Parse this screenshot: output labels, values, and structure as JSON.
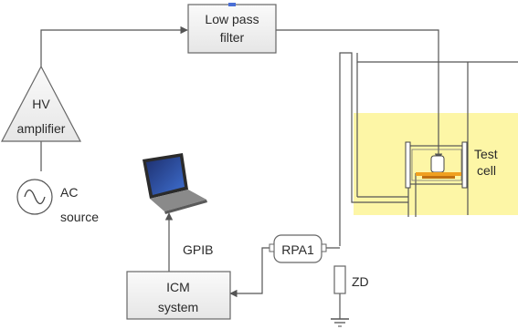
{
  "labels": {
    "lpf_line1": "Low pass",
    "lpf_line2": "filter",
    "hv_line1": "HV",
    "hv_line2": "amplifier",
    "ac_line1": "AC",
    "ac_line2": "source",
    "gpib": "GPIB",
    "rpa1": "RPA1",
    "icm_line1": "ICM",
    "icm_line2": "system",
    "zd": "ZD",
    "test_line1": "Test",
    "test_line2": "cell"
  },
  "colors": {
    "box_fill": "#f3f3f3",
    "oil_bath": "#fdf6a6",
    "wire": "#555555",
    "electrode": "#f0a020",
    "accent": "#4a6fd6"
  },
  "icons": {
    "laptop": "laptop-icon",
    "ground": "ground-icon",
    "ac_symbol": "sine-wave-icon"
  }
}
